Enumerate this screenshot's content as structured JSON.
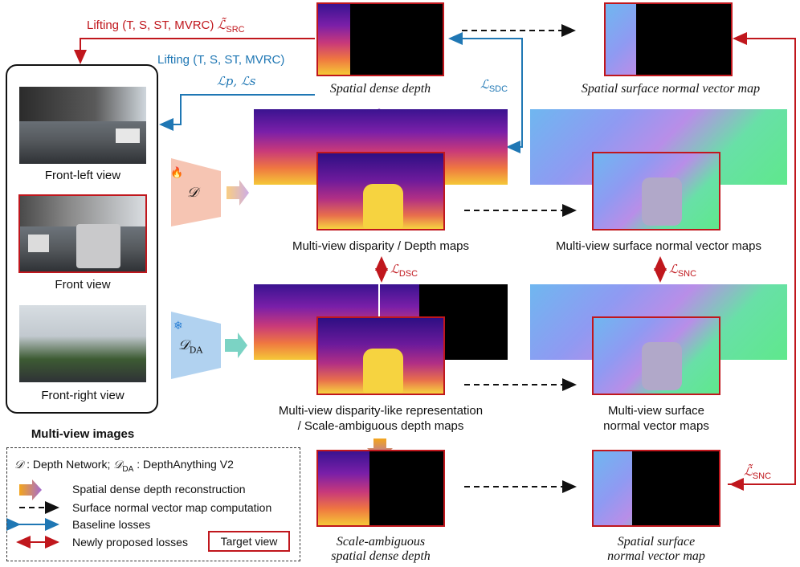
{
  "top": {
    "lifting_red": "Lifting (T, S, ST, MVRC)",
    "lifting_red_loss": "ℒ̃",
    "lifting_red_sub": "SRC",
    "lifting_blue": "Lifting (T, S, ST, MVRC)",
    "baseline_losses": "ℒp, ℒs",
    "sdc_loss": "ℒ",
    "sdc_sub": "SDC",
    "spatial_dense_depth": "Spatial dense depth",
    "spatial_normal": "Spatial surface normal vector map"
  },
  "views": {
    "title": "Multi-view images",
    "front_left": "Front-left view",
    "front": "Front view",
    "front_right": "Front-right view"
  },
  "networks": {
    "d": "𝒟",
    "d_da": "𝒟",
    "d_da_sub": "DA",
    "fire": "🔥",
    "snow": "❄"
  },
  "middle": {
    "mv_depth": "Multi-view disparity / Depth maps",
    "mv_normal": "Multi-view surface normal vector maps",
    "dsc_loss": "ℒ",
    "dsc_sub": "DSC",
    "snc_loss": "ℒ",
    "snc_sub": "SNC",
    "mv_disp_like_1": "Multi-view disparity-like representation",
    "mv_disp_like_2": "/ Scale-ambiguous depth maps",
    "mv_normal2_1": "Multi-view surface",
    "mv_normal2_2": "normal vector maps"
  },
  "bottom": {
    "scale_amb_1": "Scale-ambiguous",
    "scale_amb_2": "spatial dense depth",
    "spatial_normal_1": "Spatial surface",
    "spatial_normal_2": "normal vector map",
    "snc_tilde_loss": "ℒ̃",
    "snc_tilde_sub": "SNC"
  },
  "legend": {
    "line1_a": ": Depth Network;",
    "line1_b": ": DepthAnything V2",
    "sym_d": "𝒟",
    "sym_dda": "𝒟",
    "sym_dda_sub": "DA",
    "reconstruction": "Spatial dense depth reconstruction",
    "normal_computation": "Surface normal vector map computation",
    "baseline": "Baseline losses",
    "proposed": "Newly proposed losses",
    "target_view": "Target view"
  },
  "colors": {
    "red": "#c0171d",
    "blue": "#1f77b4"
  }
}
